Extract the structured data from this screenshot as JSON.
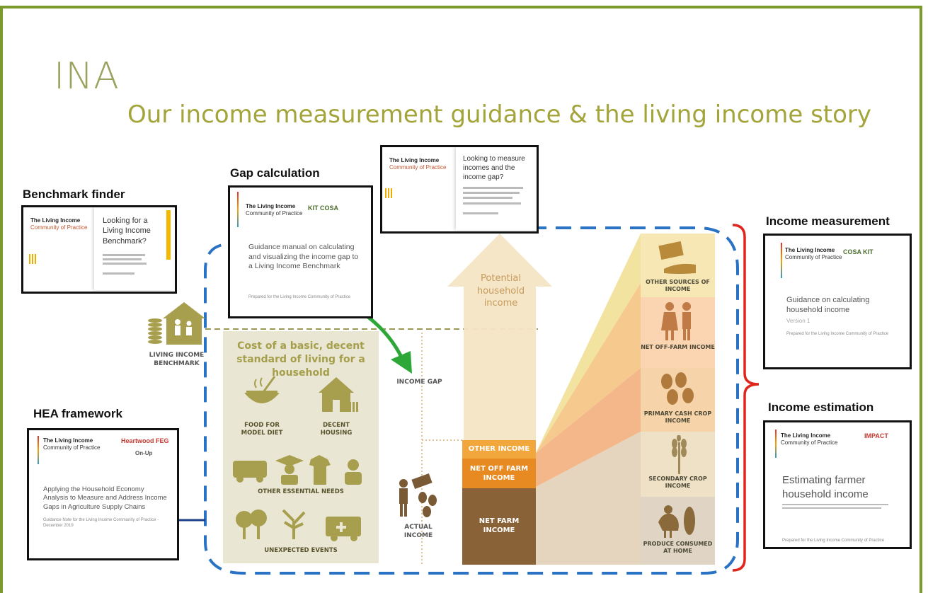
{
  "logo": "INA",
  "title": "Our income measurement guidance & the living income story",
  "labels": {
    "benchmark_finder": "Benchmark finder",
    "gap_calculation": "Gap calculation",
    "income_measurement": "Income measurement",
    "hea_framework": "HEA framework",
    "income_estimation": "Income estimation"
  },
  "org": {
    "name": "The Living Income",
    "sub": "Community of Practice"
  },
  "docs": {
    "benchmark": {
      "title": "Looking for a Living Income Benchmark?"
    },
    "gap": {
      "partners": "KIT  COSA",
      "title": "Guidance manual on calculating and visualizing the income gap to a Living Income Benchmark",
      "footer": "Prepared for the Living Income Community of Practice"
    },
    "measure_top": {
      "title": "Looking to measure incomes and the income gap?"
    },
    "income_measurement": {
      "partners": "COSA  KIT",
      "title": "Guidance on calculating household income",
      "version": "Version 1",
      "footer": "Prepared for the Living Income Community of Practice"
    },
    "hea": {
      "partners": "Heartwood  FEG",
      "partner2": "On-Up",
      "title": "Applying the Household Economy Analysis to Measure and Address Income Gaps in Agriculture Supply Chains",
      "footer": "Guidance Note for the Living Income Community of Practice - December 2019"
    },
    "estimation": {
      "partners": "IMPACT",
      "title": "Estimating farmer household income",
      "footer": "Prepared for the Living Income Community of Practice"
    }
  },
  "diagram": {
    "living_income_benchmark": "LIVING INCOME BENCHMARK",
    "cost_head": "Cost of a basic, decent standard of living for a household",
    "food": "FOOD FOR MODEL DIET",
    "housing": "DECENT HOUSING",
    "other_needs": "OTHER ESSENTIAL NEEDS",
    "unexpected": "UNEXPECTED EVENTS",
    "income_gap": "INCOME GAP",
    "actual_income": "ACTUAL INCOME",
    "potential": "Potential household income",
    "bar_other": "OTHER INCOME",
    "bar_offfarm": "NET OFF FARM INCOME",
    "bar_farm": "NET FARM INCOME",
    "stack_other": "OTHER SOURCES OF INCOME",
    "stack_offfarm": "NET OFF-FARM INCOME",
    "stack_cash": "PRIMARY CASH CROP INCOME",
    "stack_secondary": "SECONDARY CROP INCOME",
    "stack_produce": "PRODUCE CONSUMED AT HOME"
  },
  "colors": {
    "frame": "#7a9a2c",
    "dash": "#2a72c4",
    "bracket": "#e0261c",
    "arrow": "#2da838",
    "farm": "#8a6237",
    "offfarm": "#e88a22",
    "other": "#f2a73d"
  }
}
